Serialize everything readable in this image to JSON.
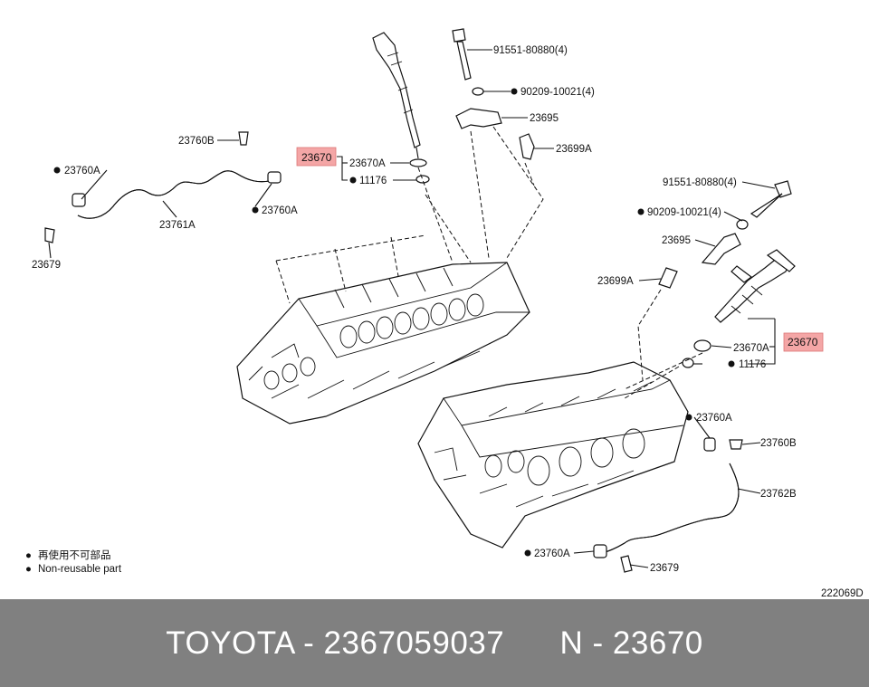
{
  "diagram": {
    "code": "222069D",
    "legend": [
      {
        "bullet": "●",
        "text": "再使用不可部品"
      },
      {
        "bullet": "●",
        "text": "Non-reusable part"
      }
    ],
    "labels": {
      "l1": "91551-80880(4)",
      "l2": "90209-10021(4)",
      "l3": "23695",
      "l4": "23699A",
      "l5": "23670A",
      "l6": "11176",
      "l7": "23670",
      "l8": "23760B",
      "l9": "23760A",
      "l10": "23760A",
      "l11": "23761A",
      "l12": "23679",
      "r1": "91551-80880(4)",
      "r2": "90209-10021(4)",
      "r3": "23695",
      "r4": "23699A",
      "r5": "23670A",
      "r6": "11176",
      "r7": "23670",
      "r8": "23760A",
      "r9": "23760B",
      "r10": "23762B",
      "r11": "23760A",
      "r12": "23679"
    },
    "highlight_color": "#f4a6a6"
  },
  "footer": {
    "text": "TOYOTA - 2367059037      N - 23670",
    "background": "#808080"
  }
}
